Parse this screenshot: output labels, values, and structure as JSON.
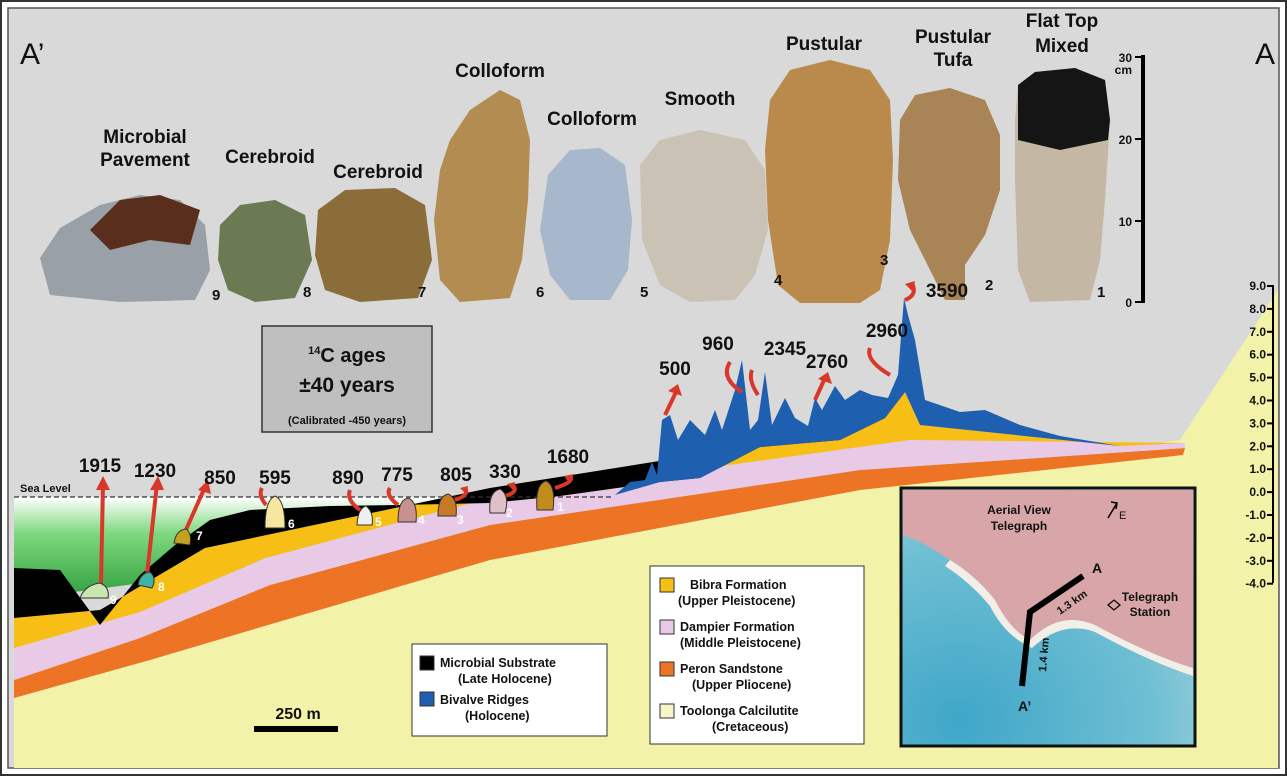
{
  "section_labels": {
    "left": "A’",
    "right": "A"
  },
  "specimens": [
    {
      "type": "Microbial Pavement",
      "line1": "Microbial",
      "line2": "Pavement",
      "number": "9"
    },
    {
      "type": "Cerebroid",
      "line1": "Cerebroid",
      "line2": "",
      "number": "8"
    },
    {
      "type": "Cerebroid",
      "line1": "Cerebroid",
      "line2": "",
      "number": "7"
    },
    {
      "type": "Colloform",
      "line1": "Colloform",
      "line2": "",
      "number": "6"
    },
    {
      "type": "Colloform",
      "line1": "Colloform",
      "line2": "",
      "number": "5"
    },
    {
      "type": "Smooth",
      "line1": "Smooth",
      "line2": "",
      "number": "4"
    },
    {
      "type": "Pustular",
      "line1": "Pustular",
      "line2": "",
      "number": "3"
    },
    {
      "type": "Pustular Tufa",
      "line1": "Pustular",
      "line2": "Tufa",
      "number": "2"
    },
    {
      "type": "Flat Top Mixed",
      "line1": "Flat Top",
      "line2": "Mixed",
      "number": "1"
    }
  ],
  "photo_scale": {
    "unit": "cm",
    "ticks": [
      "30",
      "20",
      "10",
      "0"
    ]
  },
  "age_box": {
    "line1_sup": "14",
    "line1": "C ages",
    "line2": "±40 years",
    "line3": "(Calibrated -450 years)"
  },
  "ages": [
    "1915",
    "1230",
    "850",
    "595",
    "890",
    "775",
    "805",
    "330",
    "1680",
    "500",
    "960",
    "2345",
    "2760",
    "2960",
    "3590"
  ],
  "section_markers": [
    "9",
    "8",
    "7",
    "6",
    "5",
    "4",
    "3",
    "2",
    "1"
  ],
  "sea_level_label": "Sea Level",
  "elevation_ticks": [
    "9.0",
    "8.0",
    "7.0",
    "6.0",
    "5.0",
    "4.0",
    "3.0",
    "2.0",
    "1.0",
    "0.0",
    "-1.0",
    "-2.0",
    "-3.0",
    "-4.0"
  ],
  "legend_left": [
    {
      "line1": "Microbial Substrate",
      "line2": "(Late Holocene)",
      "color": "#000000"
    },
    {
      "line1": "Bivalve Ridges",
      "line2": "(Holocene)",
      "color": "#1f5fb0"
    }
  ],
  "legend_right": [
    {
      "line1": "Bibra Formation",
      "line2": "(Upper Pleistocene)",
      "color": "#f7bf16"
    },
    {
      "line1": "Dampier Formation",
      "line2": "(Middle Pleistocene)",
      "color": "#e8c9e6"
    },
    {
      "line1": "Peron Sandstone",
      "line2": "(Upper Pliocene)",
      "color": "#ec7424"
    },
    {
      "line1": "Toolonga Calcilutite",
      "line2": "(Cretaceous)",
      "color": "#f7f6c8"
    }
  ],
  "scale_bar": "250 m",
  "inset": {
    "title1": "Aerial View",
    "title2": "Telegraph",
    "north": "E",
    "point_a": "A",
    "point_a_prime": "A’",
    "station1": "Telegraph",
    "station2": "Station",
    "dist1": "1.3 km",
    "dist2": "1.4 km"
  }
}
